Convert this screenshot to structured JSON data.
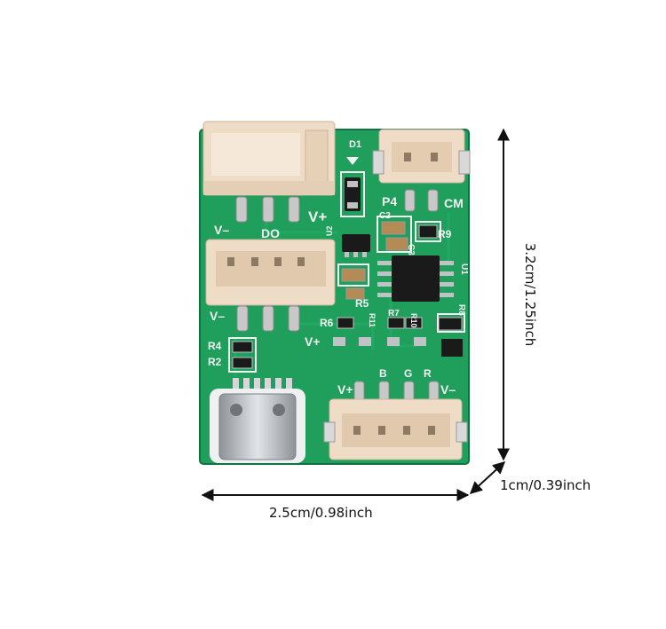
{
  "dimensions": {
    "width_label": "2.5cm/0.98inch",
    "height_label": "3.2cm/1.25inch",
    "depth_label": "1cm/0.39inch"
  },
  "silkscreen": {
    "d1": "D1",
    "p4": "P4",
    "cm": "CM",
    "c2": "C2",
    "c3": "C3",
    "r9": "R9",
    "u1": "U1",
    "u2": "U2",
    "v_minus_top": "V–",
    "do": "DO",
    "v_plus_top": "V+",
    "v_minus_mid": "V–",
    "v_plus_mid": "V+",
    "r5": "R5",
    "r6": "R6",
    "r7": "R7",
    "r8": "R8",
    "r10": "R10",
    "r11": "R11",
    "r4": "R4",
    "r2": "R2",
    "b": "B",
    "g": "G",
    "r": "R",
    "v_plus_bottom": "V+",
    "v_minus_bottom": "V–"
  },
  "colors": {
    "pcb": "#1f9e5c",
    "pcb_dark": "#157a45",
    "connector": "#efdcc6",
    "connector_shadow": "#c9b49c",
    "chip": "#1a1a1a",
    "metal": "#b8bcc0"
  }
}
